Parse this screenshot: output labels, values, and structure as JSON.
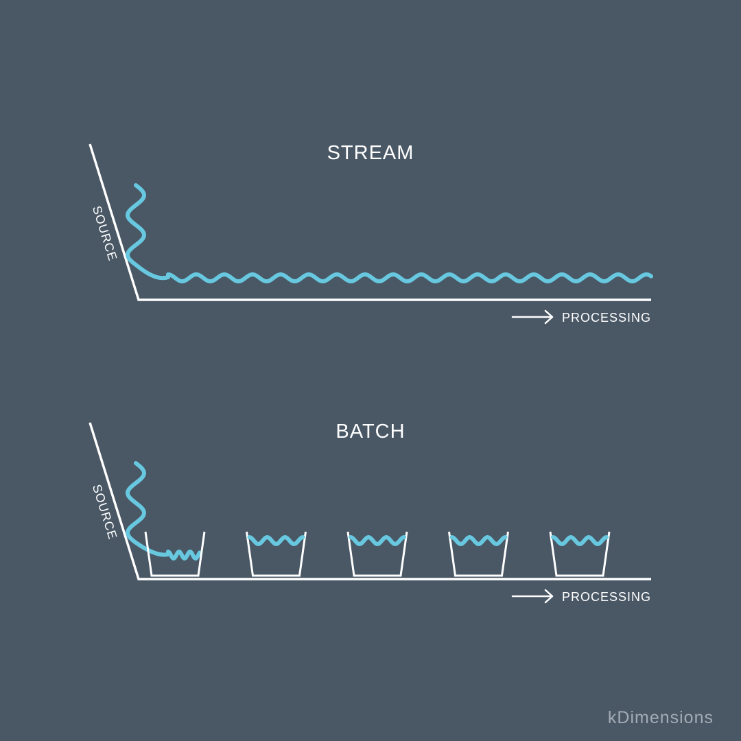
{
  "colors": {
    "background": "#4a5866",
    "line": "#ffffff",
    "flow": "#67c8df",
    "brand": "#a3acb5"
  },
  "stream": {
    "title": "STREAM",
    "source_label": "SOURCE",
    "processing_label": "PROCESSING"
  },
  "batch": {
    "title": "BATCH",
    "source_label": "SOURCE",
    "processing_label": "PROCESSING",
    "bucket_count": 5,
    "filled_bucket_count": 5
  },
  "brand": {
    "name": "kDimensions"
  }
}
